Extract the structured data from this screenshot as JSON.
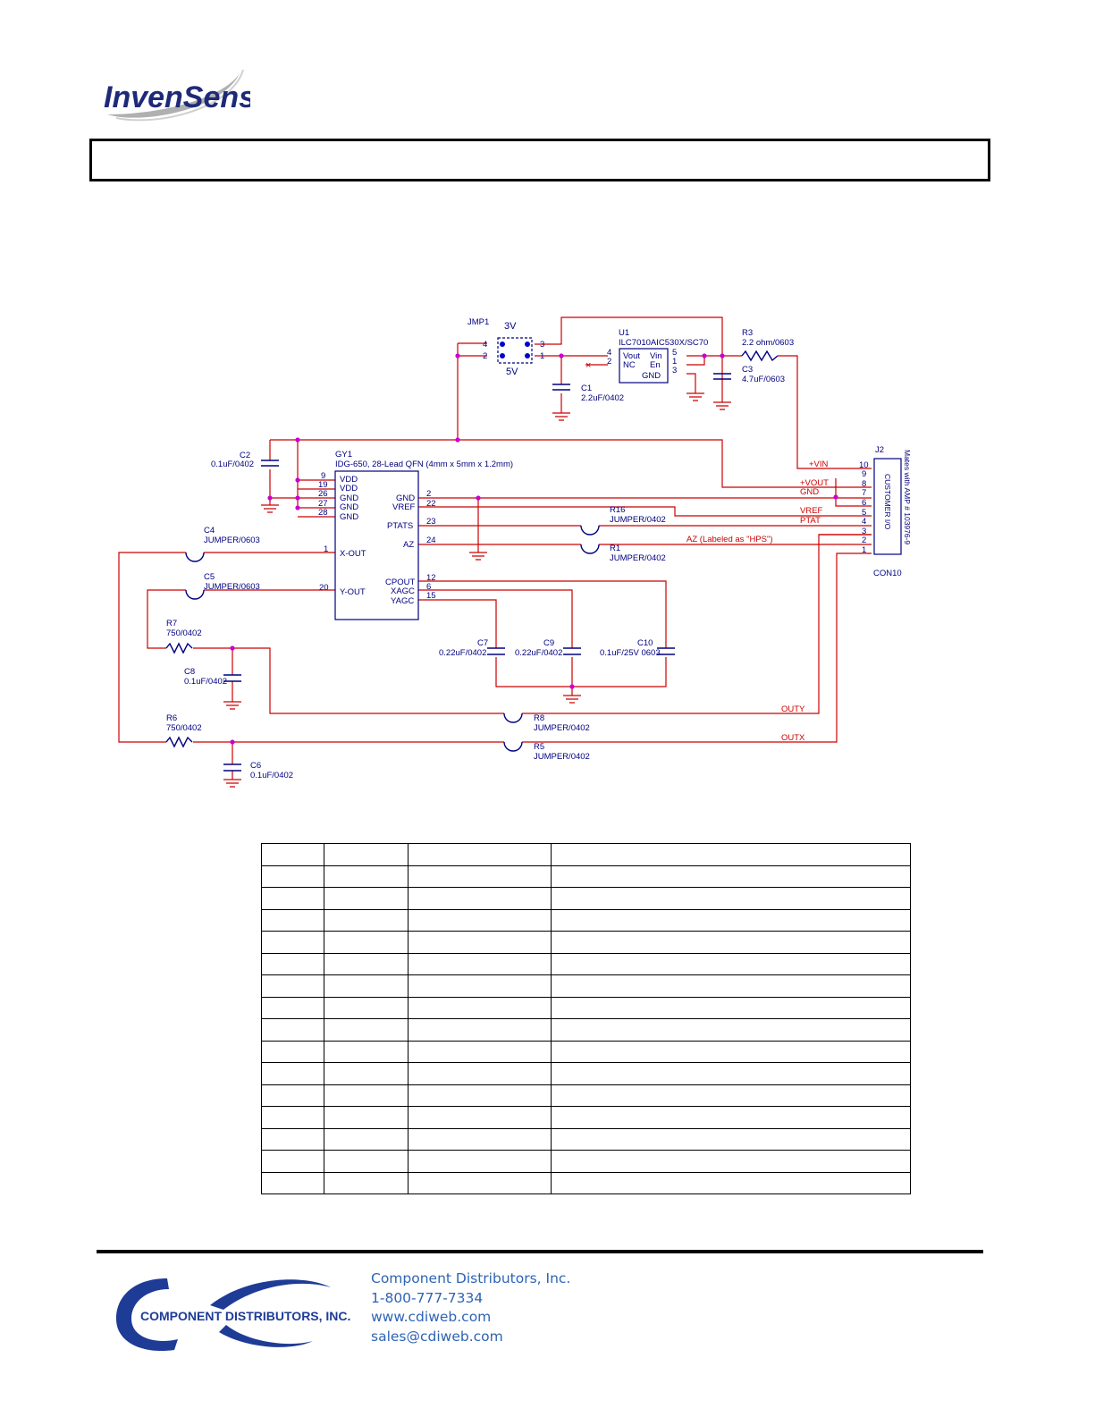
{
  "header": {
    "logo_text": "InvenSense"
  },
  "schematic": {
    "jmp1": {
      "ref": "JMP1",
      "opt_3v": "3V",
      "opt_5v": "5V",
      "pins": [
        "4",
        "2",
        "3",
        "1"
      ]
    },
    "u1": {
      "ref": "U1",
      "part": "ILC7010AIC530X/SC70",
      "pins": [
        "4",
        "2",
        "5",
        "1",
        "3"
      ],
      "labels": [
        "Vout",
        "NC",
        "Vin",
        "En",
        "GND"
      ]
    },
    "r3": {
      "ref": "R3",
      "value": "2.2 ohm/0603"
    },
    "c1": {
      "ref": "C1",
      "value": "2.2uF/0402"
    },
    "c3": {
      "ref": "C3",
      "value": "4.7uF/0603"
    },
    "c2": {
      "ref": "C2",
      "value": "0.1uF/0402"
    },
    "gy1": {
      "ref": "GY1",
      "part": "IDG-650, 28-Lead QFN (4mm x 5mm x 1.2mm)",
      "left_pins": [
        [
          "9",
          "VDD"
        ],
        [
          "19",
          "VDD"
        ],
        [
          "26",
          "GND"
        ],
        [
          "27",
          "GND"
        ],
        [
          "28",
          "GND"
        ]
      ],
      "xout": [
        "1",
        "X-OUT"
      ],
      "yout": [
        "20",
        "Y-OUT"
      ],
      "right_pins": [
        [
          "2",
          "GND"
        ],
        [
          "22",
          "VREF"
        ],
        [
          "23",
          "PTATS"
        ],
        [
          "24",
          "AZ"
        ],
        [
          "12",
          "CPOUT"
        ],
        [
          "6",
          "XAGC"
        ],
        [
          "15",
          "YAGC"
        ]
      ]
    },
    "r16": {
      "ref": "R16",
      "value": "JUMPER/0402"
    },
    "r1": {
      "ref": "R1",
      "value": "JUMPER/0402"
    },
    "c4": {
      "ref": "C4",
      "value": "JUMPER/0603"
    },
    "c5": {
      "ref": "C5",
      "value": "JUMPER/0603"
    },
    "r7": {
      "ref": "R7",
      "value": "750/0402"
    },
    "c8": {
      "ref": "C8",
      "value": "0.1uF/0402"
    },
    "c7": {
      "ref": "C7",
      "value": "0.22uF/0402"
    },
    "c9": {
      "ref": "C9",
      "value": "0.22uF/0402"
    },
    "c10": {
      "ref": "C10",
      "value": "0.1uF/25V 0603"
    },
    "r8": {
      "ref": "R8",
      "value": "JUMPER/0402"
    },
    "r6": {
      "ref": "R6",
      "value": "750/0402"
    },
    "c6": {
      "ref": "C6",
      "value": "0.1uF/0402"
    },
    "r5": {
      "ref": "R5",
      "value": "JUMPER/0402"
    },
    "j2": {
      "ref": "J2",
      "part": "CON10",
      "note": "Mates with AMP # 103976-9",
      "inner": "CUSTOMER I/O",
      "pins": [
        "10",
        "9",
        "8",
        "7",
        "6",
        "5",
        "4",
        "3",
        "2",
        "1"
      ]
    },
    "nets": {
      "vin": "+VIN",
      "vout": "+VOUT",
      "gnd": "GND",
      "vref": "VREF",
      "ptat": "PTAT",
      "az": "AZ (Labeled as \"HPS\")",
      "outy": "OUTY",
      "outx": "OUTX"
    }
  },
  "footer": {
    "logo_text": "COMPONENT DISTRIBUTORS, INC.",
    "company": "Component Distributors, Inc.",
    "phone": "1-800-777-7334",
    "website": "www.cdiweb.com",
    "email": "sales@cdiweb.com"
  },
  "colors": {
    "wire": "#cc0000",
    "part": "#000080",
    "junction": "#cc00cc",
    "link": "#2e64b4",
    "logo_blue": "#1e3c96"
  }
}
